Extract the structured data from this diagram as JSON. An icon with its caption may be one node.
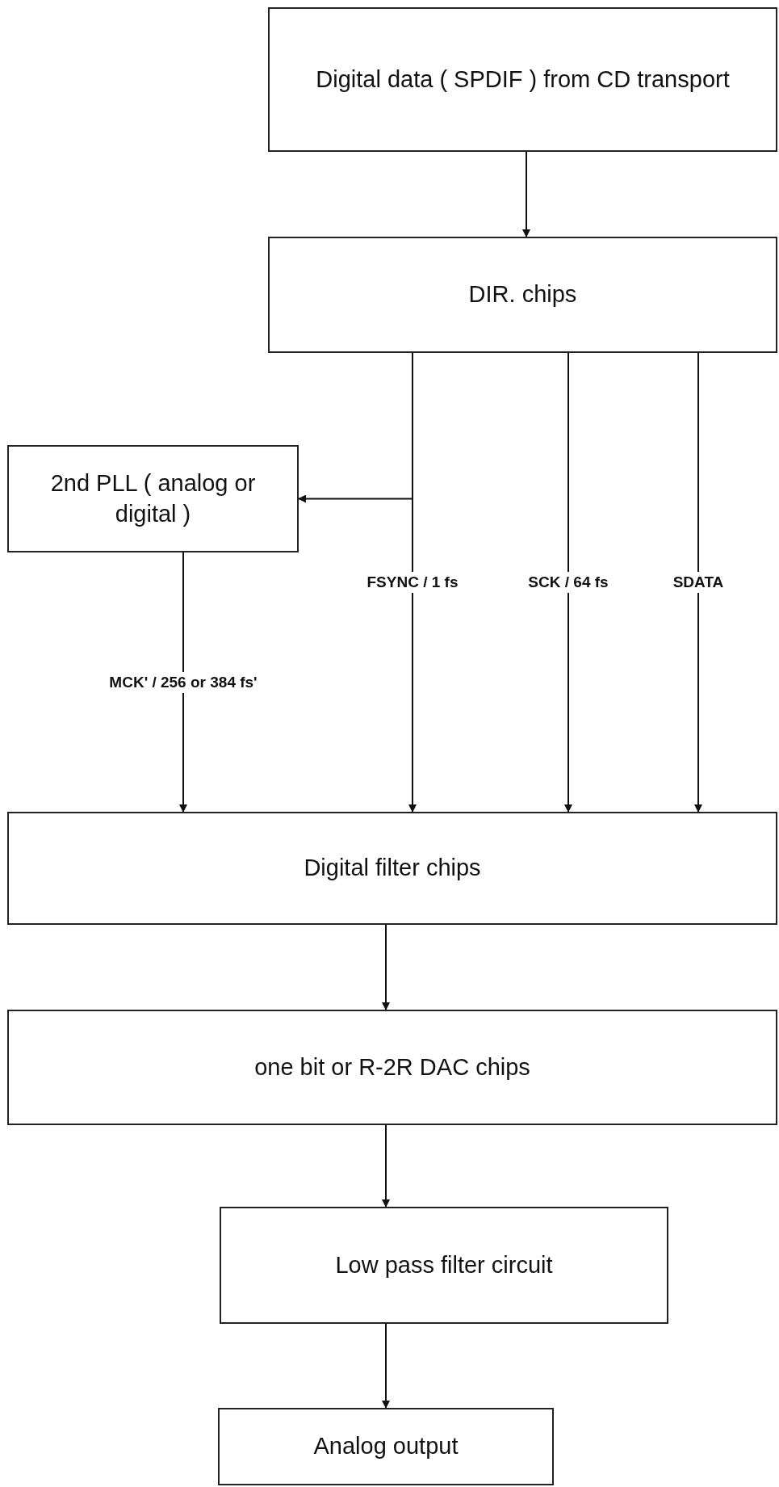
{
  "diagram": {
    "nodes": [
      {
        "text": [
          "Digital data ( SPDIF ) from CD transport"
        ]
      },
      {
        "text": [
          "DIR. chips"
        ]
      },
      {
        "text": [
          "2nd PLL ( analog or digital )"
        ]
      },
      {
        "text": [
          "Digital filter chips"
        ]
      },
      {
        "text": [
          "one bit or R-2R DAC chips"
        ]
      },
      {
        "text": [
          "Low pass filter circuit"
        ]
      },
      {
        "text": [
          "Analog output"
        ]
      }
    ],
    "edges": [
      {
        "from": 0,
        "to": 1,
        "arrow": "to"
      },
      {
        "from": 1,
        "to": 2,
        "arrow": "to"
      },
      {
        "from": 1,
        "to": 3,
        "arrow": "to",
        "label": "FSYNC / 1 fs"
      },
      {
        "from": 1,
        "to": 3,
        "arrow": "to",
        "label": "SCK / 64 fs"
      },
      {
        "from": 1,
        "to": 3,
        "arrow": "to",
        "label": "SDATA"
      },
      {
        "from": 2,
        "to": 3,
        "arrow": "to",
        "label": "MCK' / 256 or 384 fs'"
      },
      {
        "from": 3,
        "to": 4,
        "arrow": "to"
      },
      {
        "from": 4,
        "to": 5,
        "arrow": "to"
      },
      {
        "from": 5,
        "to": 6,
        "arrow": "to"
      }
    ]
  }
}
